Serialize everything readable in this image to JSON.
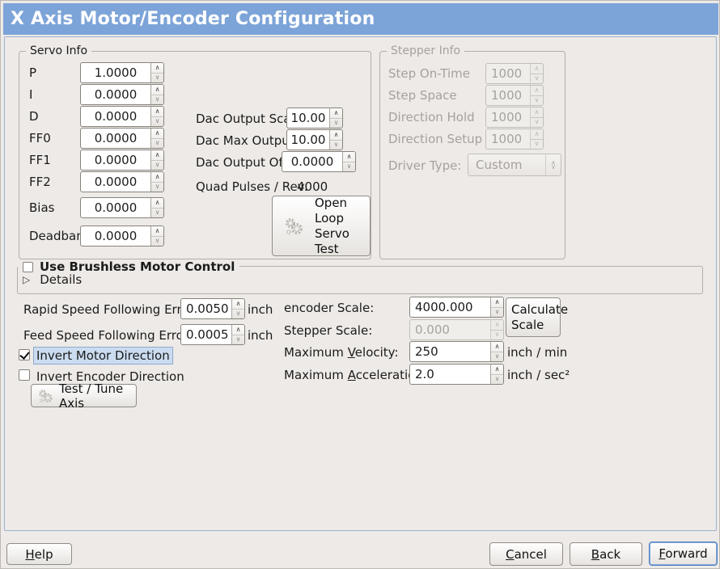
{
  "window": {
    "title": "X Axis Motor/Encoder Configuration"
  },
  "colors": {
    "titlebar": "#7da4d8",
    "selection_highlight": "#cbdcf0",
    "focus_border": "#4d7fc4"
  },
  "servo_info": {
    "frame_label": "Servo Info",
    "params": [
      {
        "label": "P",
        "value": "1.0000"
      },
      {
        "label": "I",
        "value": "0.0000"
      },
      {
        "label": "D",
        "value": "0.0000"
      },
      {
        "label": "FF0",
        "value": "0.0000"
      },
      {
        "label": "FF1",
        "value": "0.0000"
      },
      {
        "label": "FF2",
        "value": "0.0000"
      },
      {
        "label": "Bias",
        "value": "0.0000"
      },
      {
        "label": "Deadband",
        "value": "0.0000"
      }
    ],
    "dac": [
      {
        "label": "Dac Output Scale:",
        "value": "10.00"
      },
      {
        "label": "Dac Max Output:",
        "value": "10.00"
      },
      {
        "label": "Dac Output Offset:",
        "value": "0.0000"
      }
    ],
    "quad_pulses_label": "Quad Pulses / Rev:",
    "quad_pulses_value": "4000",
    "open_loop_button": "Open\nLoop\nServo\nTest"
  },
  "stepper_info": {
    "frame_label": "Stepper Info",
    "enabled": false,
    "params": [
      {
        "label": "Step On-Time",
        "value": "1000"
      },
      {
        "label": "Step Space",
        "value": "1000"
      },
      {
        "label": "Direction Hold",
        "value": "1000"
      },
      {
        "label": "Direction Setup",
        "value": "1000"
      }
    ],
    "driver_type_label": "Driver Type:",
    "driver_type_value": "Custom"
  },
  "brushless": {
    "checkbox_label": "Use Brushless Motor Control",
    "checked": false,
    "details_label": "Details",
    "expanded": false
  },
  "following_error": {
    "rapid": {
      "label": "Rapid Speed Following Error:",
      "value": "0.0050",
      "unit": "inch"
    },
    "feed": {
      "label": "Feed Speed Following Error:",
      "value": "0.0005",
      "unit": "inch"
    }
  },
  "scales": {
    "encoder_label": "encoder Scale:",
    "encoder_value": "4000.000",
    "calculate_button": "Calculate\nScale",
    "stepper_label": "Stepper Scale:",
    "stepper_value": "0.000",
    "max_velocity": {
      "pre": "Maximum ",
      "u": "V",
      "rest": "elocity:",
      "value": "250",
      "unit": "inch / min"
    },
    "max_acceleration": {
      "pre": "Maximum ",
      "u": "A",
      "rest": "cceleration:",
      "value": "2.0",
      "unit": "inch / sec²"
    }
  },
  "direction": {
    "invert_motor_label": "Invert Motor Direction",
    "invert_motor_checked": true,
    "invert_encoder_label": "Invert Encoder Direction",
    "invert_encoder_checked": false,
    "test_tune_button": "Test / Tune Axis"
  },
  "actions": {
    "help": {
      "u": "H",
      "rest": "elp"
    },
    "cancel": {
      "u": "C",
      "rest": "ancel"
    },
    "back": {
      "u": "B",
      "rest": "ack"
    },
    "forward": {
      "u": "F",
      "rest": "orward"
    }
  }
}
